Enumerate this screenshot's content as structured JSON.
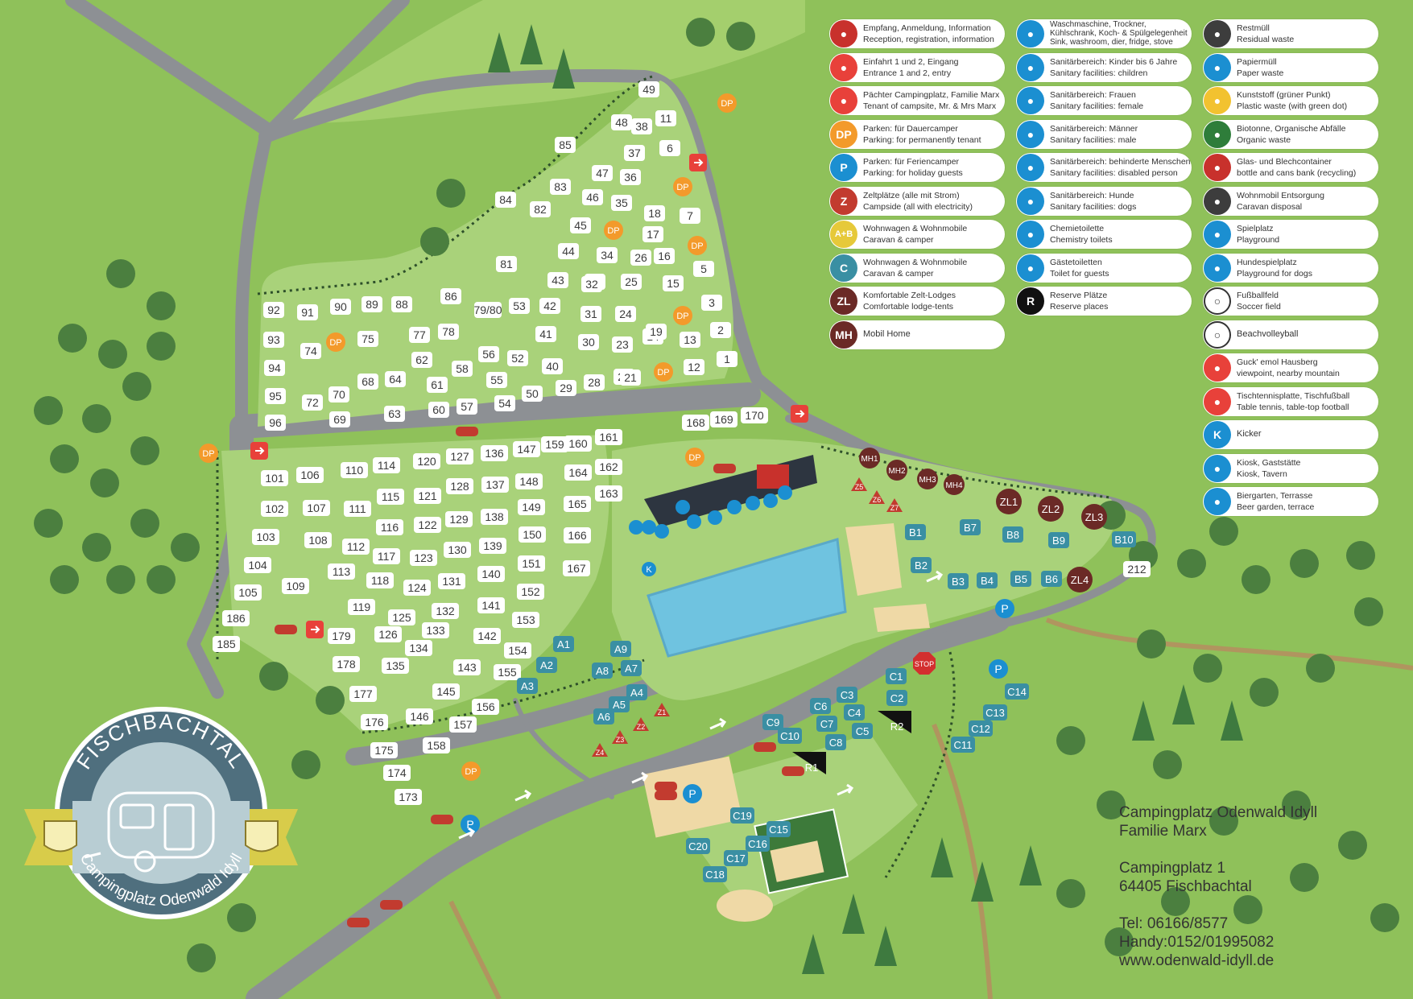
{
  "badge": {
    "title": "FISCHBACHTAL",
    "subtitle": "Campingplatz Odenwald Idyll"
  },
  "contact": {
    "line1": "Campingplatz Odenwald Idyll",
    "line2": "Familie Marx",
    "line3": "Campingplatz 1",
    "line4": "64405 Fischbachtal",
    "line5": "Tel: 06166/8577",
    "line6": "Handy:0152/01995082",
    "line7": "www.odenwald-idyll.de"
  },
  "colors": {
    "grass": "#8fc15a",
    "field": "#a4cf6d",
    "road": "#8d9094",
    "plot_white": "#ffffff",
    "plot_blue": "#3a8fa3",
    "dp_orange": "#f39a2b",
    "parking_blue": "#1b8fd1",
    "tent_red": "#c23b2f",
    "lodge_brown": "#6b2a26",
    "lake": "#6fc3e0"
  },
  "legend": {
    "col1": [
      {
        "icon": "reception-icon",
        "badge": "",
        "color": "#c8312c",
        "l1": "Empfang, Anmeldung, Information",
        "l2": "Reception, registration, information"
      },
      {
        "icon": "entrance-icon",
        "badge": "",
        "color": "#e8413a",
        "l1": "Einfahrt 1 und 2, Eingang",
        "l2": "Entrance 1 and 2, entry"
      },
      {
        "icon": "tenant-icon",
        "badge": "",
        "color": "#e8413a",
        "l1": "Pächter Campingplatz, Familie Marx",
        "l2": "Tenant of campsite, Mr. & Mrs Marx"
      },
      {
        "icon": "dp-icon",
        "badge": "DP",
        "color": "#f39a2b",
        "l1": "Parken: für Dauercamper",
        "l2": "Parking: for permanently tenant"
      },
      {
        "icon": "parking-icon",
        "badge": "P",
        "color": "#1b8fd1",
        "l1": "Parken: für Feriencamper",
        "l2": "Parking: for holiday guests"
      },
      {
        "icon": "tent-icon",
        "badge": "Z",
        "color": "#c23b2f",
        "l1": "Zeltplätze (alle mit Strom)",
        "l2": "Campside (all with electricity)"
      },
      {
        "icon": "ab-icon",
        "badge": "A+B",
        "color": "#e6c93a",
        "l1": "Wohnwagen & Wohnmobile",
        "l2": "Caravan & camper"
      },
      {
        "icon": "c-icon",
        "badge": "C",
        "color": "#3a8fa3",
        "l1": "Wohnwagen & Wohnmobile",
        "l2": "Caravan & camper"
      },
      {
        "icon": "zl-icon",
        "badge": "ZL",
        "color": "#6b2a26",
        "l1": "Komfortable Zelt-Lodges",
        "l2": "Comfortable lodge-tents"
      },
      {
        "icon": "mh-icon",
        "badge": "MH",
        "color": "#6b2a26",
        "l1": "Mobil Home",
        "l2": ""
      }
    ],
    "col2": [
      {
        "icon": "washing-machine-icon",
        "badge": "",
        "color": "#1b8fd1",
        "l1": "Waschmaschine, Trockner,",
        "l2": "Kühlschrank, Koch- & Spülgelegenheit",
        "l3": "Sink, washroom, dier, fridge, stove"
      },
      {
        "icon": "children-sanitary-icon",
        "badge": "",
        "color": "#1b8fd1",
        "l1": "Sanitärbereich: Kinder bis 6 Jahre",
        "l2": "Sanitary facilities: children"
      },
      {
        "icon": "female-sanitary-icon",
        "badge": "",
        "color": "#1b8fd1",
        "l1": "Sanitärbereich: Frauen",
        "l2": "Sanitary facilities: female"
      },
      {
        "icon": "male-sanitary-icon",
        "badge": "",
        "color": "#1b8fd1",
        "l1": "Sanitärbereich: Männer",
        "l2": "Sanitary facilities: male"
      },
      {
        "icon": "disabled-sanitary-icon",
        "badge": "",
        "color": "#1b8fd1",
        "l1": "Sanitärbereich: behinderte Menschen",
        "l2": "Sanitary facilities: disabled person"
      },
      {
        "icon": "dog-sanitary-icon",
        "badge": "",
        "color": "#1b8fd1",
        "l1": "Sanitärbereich: Hunde",
        "l2": "Sanitary facilities: dogs"
      },
      {
        "icon": "chemistry-toilet-icon",
        "badge": "",
        "color": "#1b8fd1",
        "l1": "Chemietoilette",
        "l2": "Chemistry toilets"
      },
      {
        "icon": "guest-toilet-icon",
        "badge": "",
        "color": "#1b8fd1",
        "l1": "Gästetoiletten",
        "l2": "Toilet for guests"
      },
      {
        "icon": "reserve-icon",
        "badge": "R",
        "color": "#111111",
        "l1": "Reserve Plätze",
        "l2": "Reserve places"
      }
    ],
    "col3": [
      {
        "icon": "residual-waste-icon",
        "badge": "",
        "color": "#3d3d3d",
        "l1": "Restmüll",
        "l2": "Residual waste"
      },
      {
        "icon": "paper-waste-icon",
        "badge": "",
        "color": "#1b8fd1",
        "l1": "Papiermüll",
        "l2": "Paper waste"
      },
      {
        "icon": "plastic-waste-icon",
        "badge": "",
        "color": "#f2c230",
        "l1": "Kunststoff (grüner Punkt)",
        "l2": "Plastic waste (with green dot)"
      },
      {
        "icon": "organic-waste-icon",
        "badge": "",
        "color": "#2e7d3a",
        "l1": "Biotonne, Organische Abfälle",
        "l2": "Organic waste"
      },
      {
        "icon": "glass-waste-icon",
        "badge": "",
        "color": "#c8312c",
        "l1": "Glas- und Blechcontainer",
        "l2": "bottle and cans bank (recycling)"
      },
      {
        "icon": "caravan-disposal-icon",
        "badge": "",
        "color": "#3d3d3d",
        "l1": "Wohnmobil Entsorgung",
        "l2": "Caravan disposal"
      },
      {
        "icon": "playground-icon",
        "badge": "",
        "color": "#1b8fd1",
        "l1": "Spielplatz",
        "l2": "Playground"
      },
      {
        "icon": "dog-playground-icon",
        "badge": "",
        "color": "#1b8fd1",
        "l1": "Hundespielplatz",
        "l2": "Playground for dogs"
      },
      {
        "icon": "soccer-icon",
        "badge": "",
        "color": "#ffffff",
        "l1": "Fußballfeld",
        "l2": "Soccer field"
      },
      {
        "icon": "volleyball-icon",
        "badge": "",
        "color": "#ffffff",
        "l1": "Beachvolleyball",
        "l2": ""
      },
      {
        "icon": "binoculars-icon",
        "badge": "",
        "color": "#e8413a",
        "l1": "Guck' emol Hausberg",
        "l2": "viewpoint, nearby mountain"
      },
      {
        "icon": "table-tennis-icon",
        "badge": "",
        "color": "#e8413a",
        "l1": "Tischtennisplatte, Tischfußball",
        "l2": "Table tennis, table-top football"
      },
      {
        "icon": "kicker-icon",
        "badge": "K",
        "color": "#1b8fd1",
        "l1": "Kicker",
        "l2": ""
      },
      {
        "icon": "kiosk-icon",
        "badge": "",
        "color": "#1b8fd1",
        "l1": "Kiosk, Gaststätte",
        "l2": "Kiosk, Tavern"
      },
      {
        "icon": "beer-garden-icon",
        "badge": "",
        "color": "#1b8fd1",
        "l1": "Biergarten, Terrasse",
        "l2": "Beer garden, terrace"
      }
    ]
  },
  "plots": {
    "white": [
      "49",
      "11",
      "48",
      "38",
      "6",
      "85",
      "37",
      "47",
      "36",
      "84",
      "83",
      "82",
      "46",
      "35",
      "18",
      "7",
      "45",
      "17",
      "81",
      "44",
      "34",
      "26",
      "16",
      "43",
      "33",
      "25",
      "15",
      "86",
      "53",
      "42",
      "32",
      "24",
      "5",
      "3",
      "79/80",
      "41",
      "31",
      "23",
      "14",
      "2",
      "92",
      "91",
      "90",
      "89",
      "88",
      "77",
      "78",
      "75",
      "74",
      "56",
      "52",
      "30",
      "22",
      "19",
      "13",
      "1",
      "40",
      "29",
      "28",
      "21",
      "12",
      "93",
      "94",
      "95",
      "72",
      "70",
      "68",
      "64",
      "62",
      "61",
      "58",
      "55",
      "50",
      "54",
      "60",
      "57",
      "96",
      "69",
      "63",
      "168",
      "169",
      "170",
      "159",
      "160",
      "161",
      "106",
      "110",
      "114",
      "120",
      "127",
      "136",
      "147",
      "164",
      "162",
      "101",
      "102",
      "103",
      "104",
      "105",
      "107",
      "108",
      "111",
      "112",
      "113",
      "115",
      "116",
      "117",
      "118",
      "119",
      "121",
      "122",
      "123",
      "124",
      "125",
      "126",
      "128",
      "129",
      "130",
      "131",
      "132",
      "133",
      "134",
      "135",
      "137",
      "138",
      "139",
      "140",
      "141",
      "142",
      "143",
      "145",
      "146",
      "148",
      "149",
      "150",
      "151",
      "152",
      "153",
      "154",
      "155",
      "156",
      "157",
      "158",
      "163",
      "165",
      "166",
      "167",
      "109",
      "185",
      "186",
      "179",
      "178",
      "177",
      "176",
      "175",
      "174",
      "173",
      "212"
    ],
    "blue": [
      "A1",
      "A2",
      "A3",
      "A4",
      "A5",
      "A6",
      "A7",
      "A8",
      "A9",
      "B1",
      "B2",
      "B3",
      "B4",
      "B5",
      "B6",
      "B7",
      "B8",
      "B9",
      "B10",
      "C1",
      "C2",
      "C3",
      "C4",
      "C5",
      "C6",
      "C7",
      "C8",
      "C9",
      "C10",
      "C11",
      "C12",
      "C13",
      "C14",
      "C15",
      "C16",
      "C17",
      "C18",
      "C19",
      "C20"
    ],
    "lodges": [
      "ZL1",
      "ZL2",
      "ZL3",
      "ZL4"
    ],
    "mobile_homes": [
      "MH1",
      "MH2",
      "MH3",
      "MH4"
    ],
    "tents": [
      "Z1",
      "Z2",
      "Z3",
      "Z4",
      "Z5",
      "Z6",
      "Z7"
    ],
    "reserve": [
      "R1",
      "R2"
    ],
    "dp_label": "DP",
    "p_label": "P",
    "k_label": "K",
    "stop_label": "STOP"
  }
}
